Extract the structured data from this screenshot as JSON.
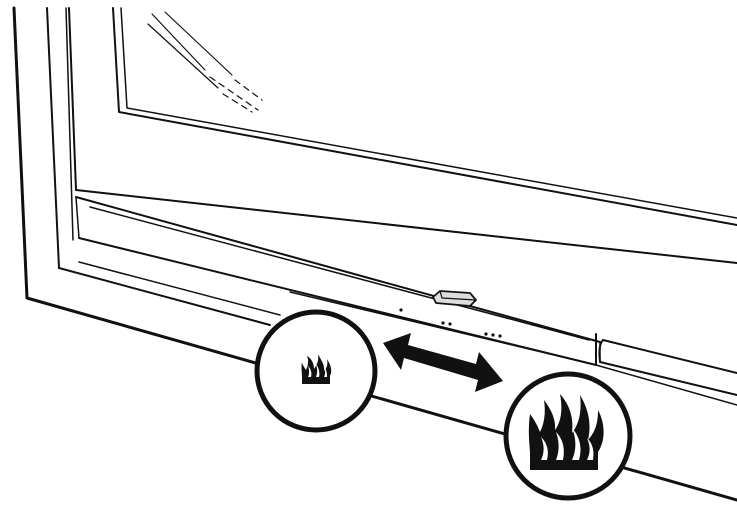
{
  "diagram": {
    "subject": "fireplace-flame-height-control",
    "colors": {
      "line": "#111111",
      "background": "#ffffff",
      "glass_reflection": "#222222"
    },
    "icons": {
      "low_flame": "small-flame-icon",
      "high_flame": "large-flame-icon",
      "direction": "double-headed-arrow-icon",
      "control": "slider-lever-icon"
    },
    "indicator_dots": [
      1,
      2,
      3
    ]
  }
}
